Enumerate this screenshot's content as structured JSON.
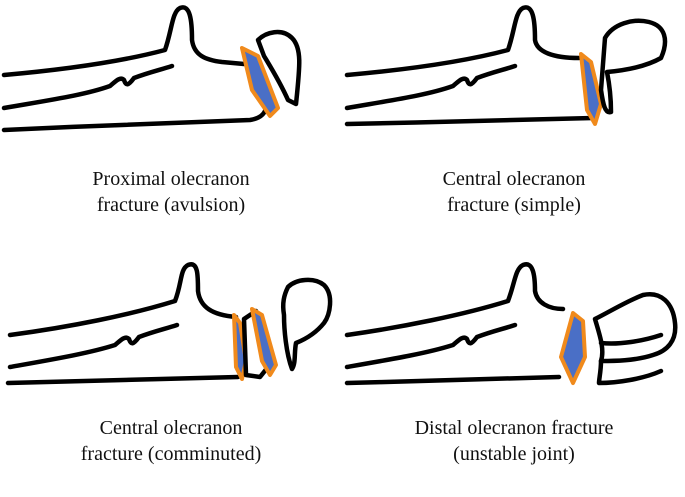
{
  "colors": {
    "fracture_fill": "#4a6fc6",
    "fracture_outline": "#f08a1c",
    "bone_outline": "#000000"
  },
  "panels": [
    {
      "id": "proximal",
      "caption": [
        "Proximal olecranon",
        "fracture (avulsion)"
      ]
    },
    {
      "id": "central-simple",
      "caption": [
        "Central olecranon",
        "fracture (simple)"
      ]
    },
    {
      "id": "central-comminuted",
      "caption": [
        "Central olecranon",
        "fracture (comminuted)"
      ]
    },
    {
      "id": "distal",
      "caption": [
        "Distal olecranon fracture",
        "(unstable joint)"
      ]
    }
  ]
}
